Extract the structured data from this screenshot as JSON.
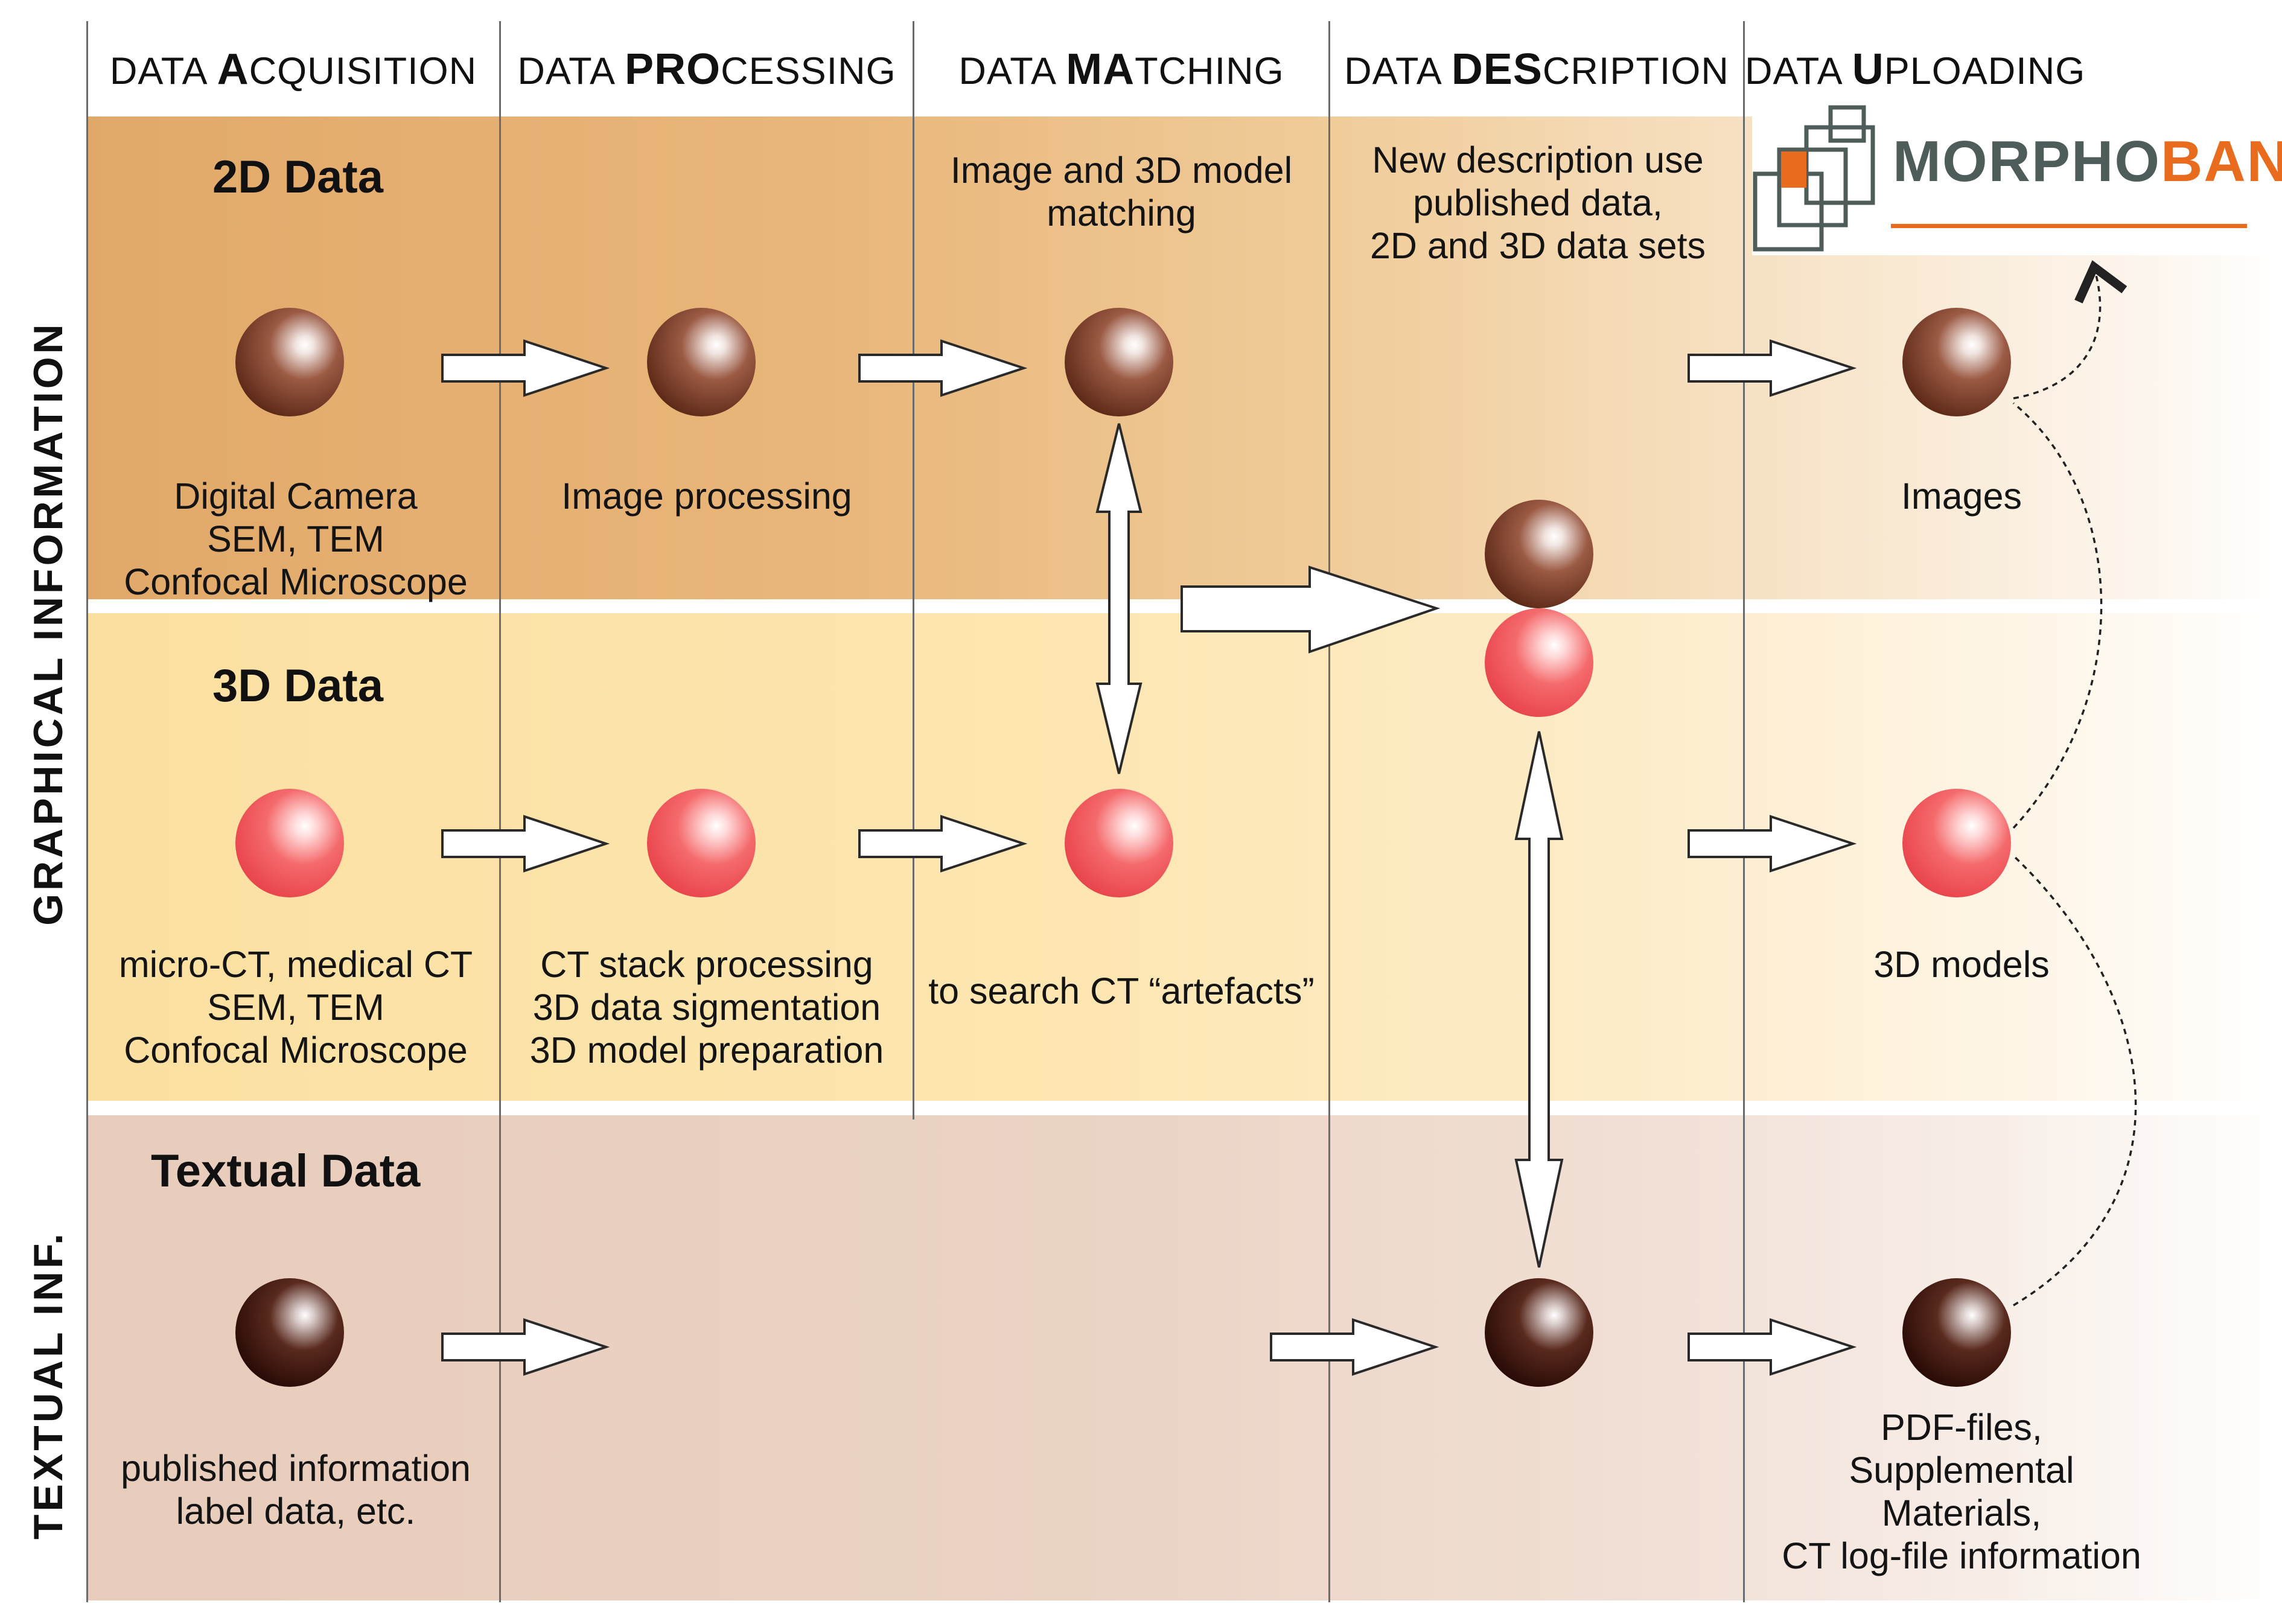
{
  "columns": [
    {
      "prefix": "DATA ",
      "bold": "A",
      "rest": "CQUISITION"
    },
    {
      "prefix": "DATA ",
      "bold": "PRO",
      "rest": "CESSING"
    },
    {
      "prefix": "DATA ",
      "bold": "MA",
      "rest": "TCHING"
    },
    {
      "prefix": "DATA ",
      "bold": "DES",
      "rest": "CRIPTION"
    },
    {
      "prefix": "DATA ",
      "bold": "U",
      "rest": "PLOADING"
    }
  ],
  "side_labels": {
    "graphical": "GRAPHICAL INFORMATION",
    "textual": "TEXTUAL INF."
  },
  "rows": {
    "row_2d": {
      "heading": "2D Data",
      "acquisition": [
        "Digital Camera",
        "SEM, TEM",
        "Confocal Microscope"
      ],
      "processing": [
        "Image processing"
      ],
      "matching": [
        "Image and 3D model",
        "matching"
      ],
      "description": [
        "New description use",
        "published data,",
        "2D and 3D data sets"
      ],
      "uploading": [
        "Images"
      ]
    },
    "row_3d": {
      "heading": "3D Data",
      "acquisition": [
        "micro-CT, medical CT",
        "SEM, TEM",
        "Confocal Microscope"
      ],
      "processing": [
        "CT stack processing",
        "3D data sigmentation",
        "3D model preparation"
      ],
      "matching": [
        "to search CT “artefacts”"
      ],
      "uploading": [
        "3D models"
      ]
    },
    "row_text": {
      "heading": "Textual Data",
      "acquisition": [
        "published information",
        "label data, etc."
      ],
      "uploading": [
        "PDF-files,",
        "Supplemental",
        "Materials,",
        "CT log-file information"
      ]
    }
  },
  "logo": {
    "part1": "MORPHO",
    "part2": "BANK"
  },
  "colors": {
    "band_2d": "#e3ab6a",
    "band_3d": "#fde2a4",
    "band_text": "#e9cdbd",
    "sphere_2d": "#7b4129",
    "sphere_3d": "#f2565a",
    "sphere_text": "#3d150c",
    "logo_grey": "#4f5d5a",
    "logo_orange": "#e86b1e"
  }
}
